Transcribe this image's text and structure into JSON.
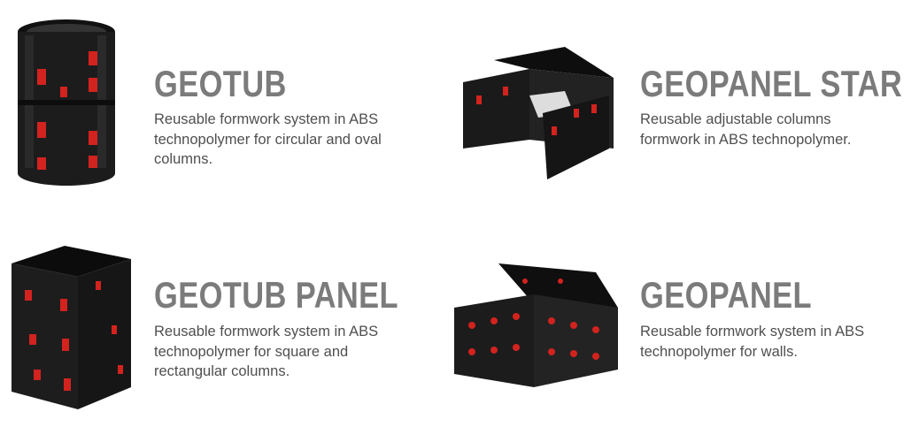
{
  "products": [
    {
      "name": "GEOTUB",
      "description": [
        "Reusable formwork system in ABS",
        "technopolymer for circular and oval",
        "columns."
      ],
      "image": "round-column-formwork-image"
    },
    {
      "name": "GEOPANEL STAR",
      "description": [
        "Reusable adjustable columns",
        "formwork in ABS technopolymer."
      ],
      "image": "adjustable-column-formwork-image"
    },
    {
      "name": "GEOTUB PANEL",
      "description": [
        "Reusable formwork system in ABS",
        "technopolymer for square and",
        "rectangular columns."
      ],
      "image": "square-column-formwork-image"
    },
    {
      "name": "GEOPANEL",
      "description": [
        "Reusable formwork system in ABS",
        "technopolymer for walls."
      ],
      "image": "wall-formwork-image"
    }
  ],
  "colors": {
    "title": "#7b7b7b",
    "text": "#4f4f4f",
    "formwork": "#1a1a1a",
    "clip": "#d2231f"
  }
}
